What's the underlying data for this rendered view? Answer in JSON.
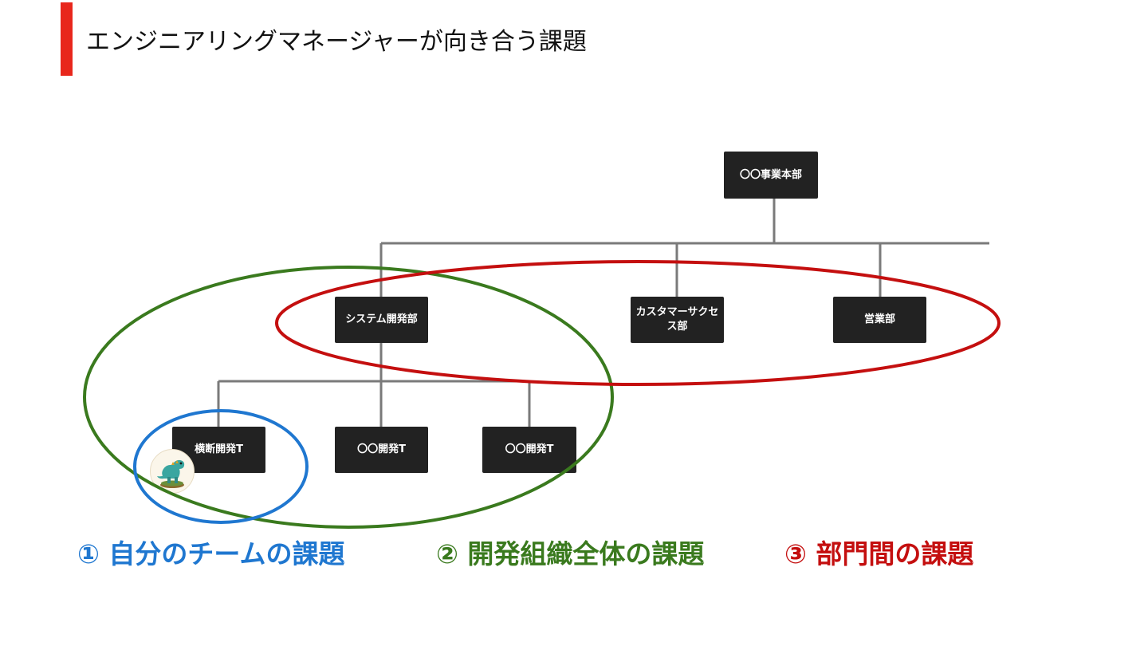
{
  "slide": {
    "title": "エンジニアリングマネージャーが向き合う課題",
    "accent_color": "#e8271c"
  },
  "org_chart": {
    "root": "〇〇事業本部",
    "departments": [
      "システム開発部",
      "カスタマーサクセス部",
      "営業部"
    ],
    "teams": [
      "横断開発T",
      "〇〇開発T",
      "〇〇開発T"
    ],
    "avatar_icon": "dinosaur-figure-icon",
    "node_color": "#222222",
    "connector_color": "#7a7a7a"
  },
  "legend": {
    "team": {
      "label": "① 自分のチームの課題",
      "color": "#1f77d0"
    },
    "dev_org": {
      "label": "② 開発組織全体の課題",
      "color": "#3a7a1e"
    },
    "cross_dept": {
      "label": "③ 部門間の課題",
      "color": "#c40f0f"
    }
  }
}
